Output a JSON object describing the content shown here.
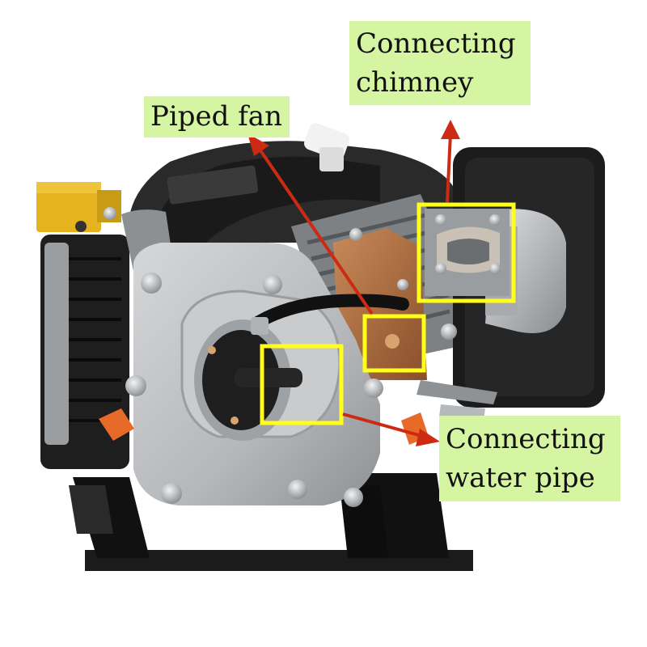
{
  "image": {
    "description_free": true
  },
  "colors": {
    "label_background": "#d6f5a2",
    "highlight_box": "#ffff1a",
    "arrow": "#cc2a12",
    "engine_silver": "#b9bbbd",
    "engine_dark": "#232323",
    "copper_plate": "#a9663a",
    "yellow_block": "#e6b31e",
    "orange_plug": "#e86a28",
    "background": "#ffffff"
  },
  "labels": {
    "chimney": {
      "line1": "Connecting",
      "line2": "chimney"
    },
    "fan": {
      "text": "Piped fan"
    },
    "water_pipe": {
      "line1": "Connecting",
      "line2": "water pipe"
    }
  },
  "highlights": {
    "count": 3
  }
}
